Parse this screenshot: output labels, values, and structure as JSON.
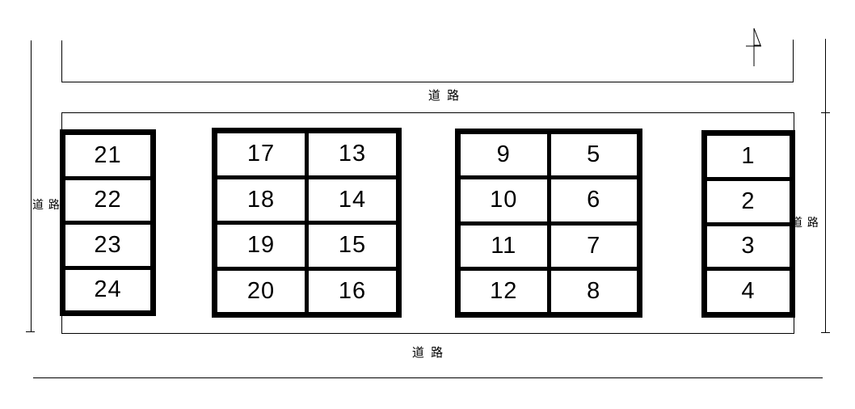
{
  "site_plan": {
    "road_labels": {
      "top": "道 路",
      "bottom": "道 路",
      "left": "道 路",
      "right": "道 路"
    },
    "north_arrow_icon": "north-arrow",
    "colors": {
      "line": "#000000",
      "background": "#ffffff"
    },
    "blocks": [
      {
        "name": "block-21-24",
        "columns": [
          [
            "21",
            "22",
            "23",
            "24"
          ]
        ]
      },
      {
        "name": "block-13-20",
        "columns": [
          [
            "17",
            "18",
            "19",
            "20"
          ],
          [
            "13",
            "14",
            "15",
            "16"
          ]
        ]
      },
      {
        "name": "block-5-12",
        "columns": [
          [
            "9",
            "10",
            "11",
            "12"
          ],
          [
            "5",
            "6",
            "7",
            "8"
          ]
        ]
      },
      {
        "name": "block-1-4",
        "columns": [
          [
            "1",
            "2",
            "3",
            "4"
          ]
        ]
      }
    ]
  }
}
